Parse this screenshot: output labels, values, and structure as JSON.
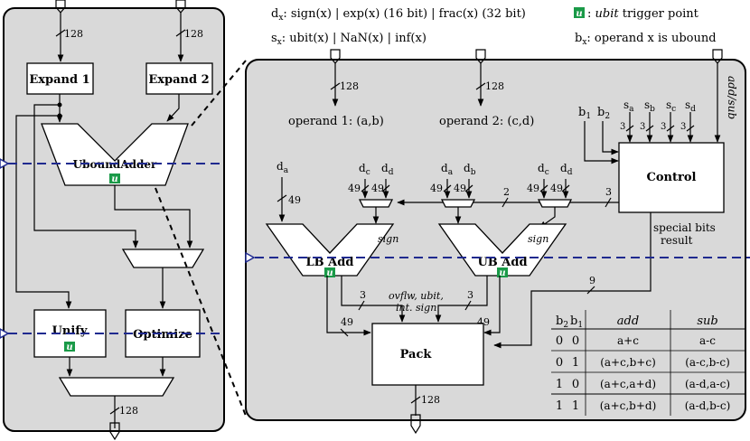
{
  "legend": {
    "line1": "dx: sign(x) | exp(x) (16 bit) | frac(x) (32 bit)",
    "line2": "sx: ubit(x) | NaN(x) | inf(x)",
    "ubit_desc": ": ubit trigger point",
    "line4": "bx: operand x is ubound"
  },
  "ubit_symbol": "u",
  "left": {
    "expand1": "Expand 1",
    "expand2": "Expand 2",
    "adder": "UboundAdder",
    "unify": "Unify",
    "optimize": "Optimize",
    "w128": "128"
  },
  "right": {
    "operand1": "operand 1: (a,b)",
    "operand2": "operand 2: (c,d)",
    "control": "Control",
    "lb_add": "LB Add",
    "ub_add": "UB Add",
    "pack": "Pack",
    "sign": "sign",
    "special1": "special bits",
    "special2": "result",
    "ovflw1": "ovflw, ubit,",
    "ovflw2": "int. sign",
    "add_sub": "add/sub",
    "w49": "49",
    "w128": "128",
    "w3": "3",
    "w2": "2",
    "w9": "9",
    "signals": {
      "da": "da",
      "dc": "dc",
      "dd": "dd",
      "db": "db",
      "b1": "b1",
      "b2": "b2",
      "sa": "sa",
      "sb": "sb",
      "sc": "sc",
      "sd": "sd"
    }
  },
  "table": {
    "headers": [
      "b2",
      "b1",
      "add",
      "sub"
    ],
    "rows": [
      [
        "0",
        "0",
        "a+c",
        "a-c"
      ],
      [
        "0",
        "1",
        "(a+c,b+c)",
        "(a-c,b-c)"
      ],
      [
        "1",
        "0",
        "(a+c,a+d)",
        "(a-d,a-c)"
      ],
      [
        "1",
        "1",
        "(a+c,b+d)",
        "(a-d,b-c)"
      ]
    ]
  },
  "colors": {
    "panel": "#d9d9d9",
    "dashed_line": "#1f2a8f",
    "ubit_badge": "#1a9a48"
  }
}
